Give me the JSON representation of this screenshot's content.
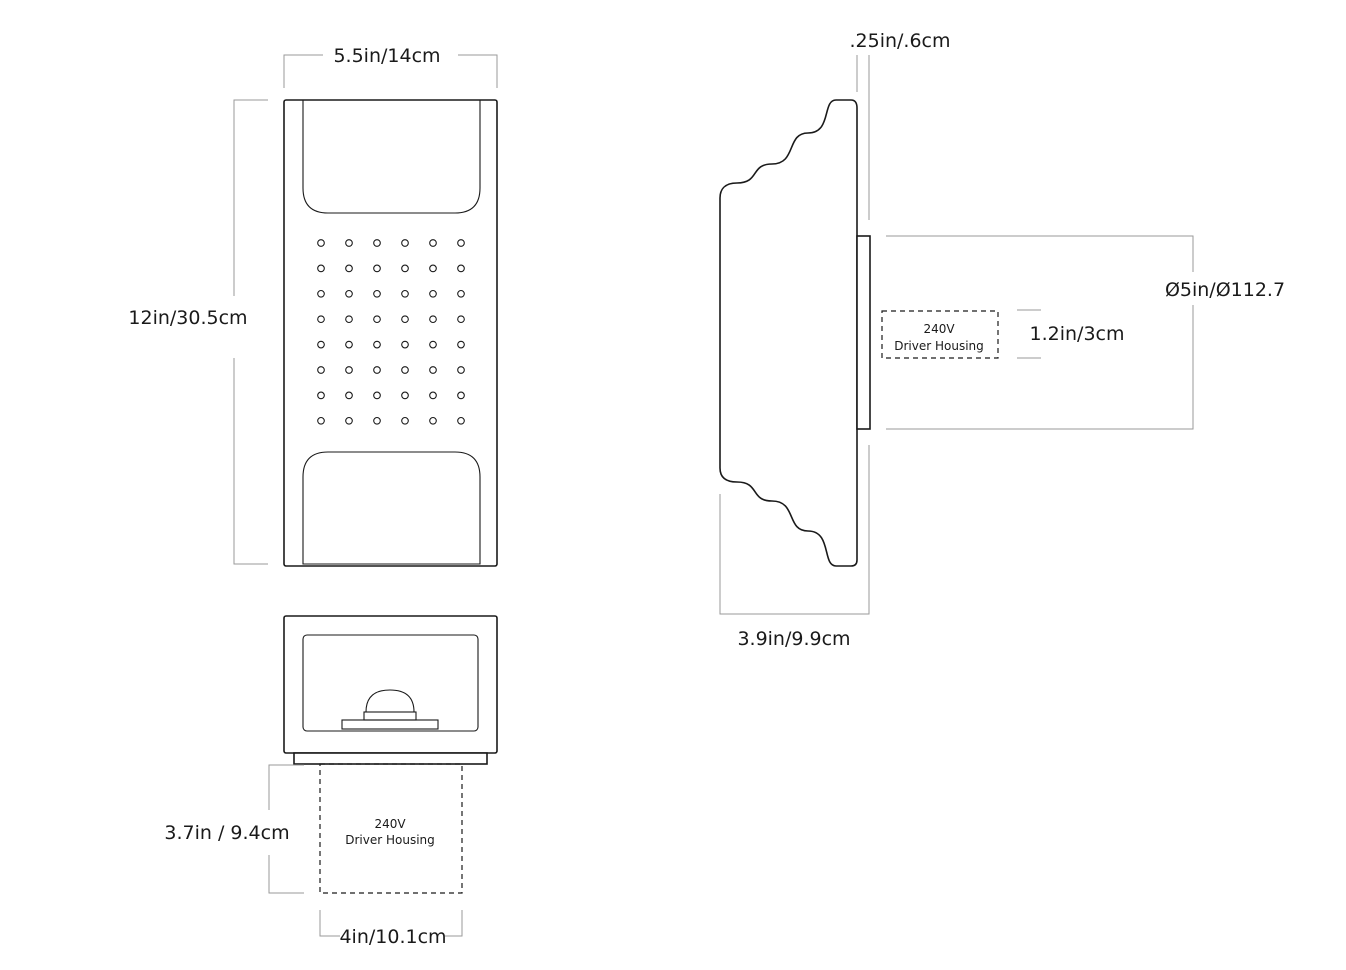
{
  "dimensions": {
    "front_width": "5.5in/14cm",
    "front_height": "12in/30.5cm",
    "plate_thickness": ".25in/.6cm",
    "diameter": "Ø5in/Ø112.7",
    "driver_depth_side": "1.2in/3cm",
    "side_depth": "3.9in/9.9cm",
    "driver_depth_bottom": "3.7in / 9.4cm",
    "driver_width_bottom": "4in/10.1cm"
  },
  "labels": {
    "driver_voltage": "240V",
    "driver_name": "Driver Housing"
  },
  "front_view": {
    "hole_columns": 6,
    "hole_rows": 8
  },
  "colors": {
    "line": "#1a1a1a",
    "dimension_line": "#9a9a9a",
    "background": "#ffffff"
  }
}
